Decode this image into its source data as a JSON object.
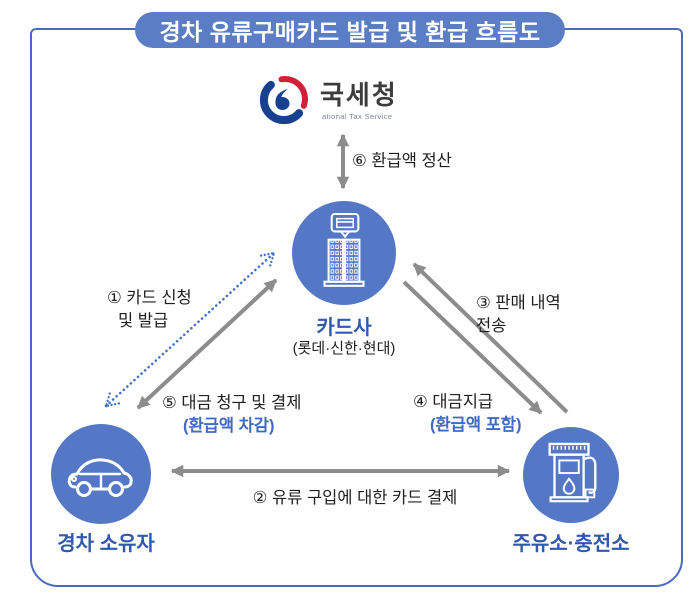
{
  "title": "경차 유류구매카드 발급 및 환급 흐름도",
  "logo": {
    "org": "국세청",
    "org_en": "ational Tax Service",
    "icon": "taegeuk-swirl-icon"
  },
  "nodes": {
    "card_company": {
      "label": "카드사",
      "sublabel": "(롯데·신한·현대)",
      "icon": "building-card-icon"
    },
    "car_owner": {
      "label": "경차 소유자",
      "icon": "car-icon"
    },
    "gas_station": {
      "label": "주유소·충전소",
      "icon": "fuel-pump-icon"
    }
  },
  "flows": {
    "card_application": {
      "line1": "① 카드 신청",
      "line2": "및 발급"
    },
    "card_payment": {
      "label": "② 유류 구입에 대한 카드 결제"
    },
    "sales_history": {
      "line1": "③ 판매 내역",
      "line2": "전송"
    },
    "payment_to_station": {
      "line1": "④ 대금지급",
      "line2": "(환급액 포함)"
    },
    "billing": {
      "line1": "⑤ 대금 청구 및 결제",
      "line2": "(환급액 차감)"
    },
    "refund_settlement": {
      "label": "⑥ 환급액 정산"
    }
  },
  "colors": {
    "node_blue": "#5478c6",
    "title_pill_blue": "#5b7dc6",
    "frame_border_blue": "#4a6bbd",
    "node_label_blue": "#3059ab",
    "accent_blue": "#3f6ac6",
    "arrow_gray": "#8c8c8c",
    "dotted_arrow_blue": "#4472c4",
    "logo_navy": "#17418e",
    "logo_red": "#d22038"
  }
}
